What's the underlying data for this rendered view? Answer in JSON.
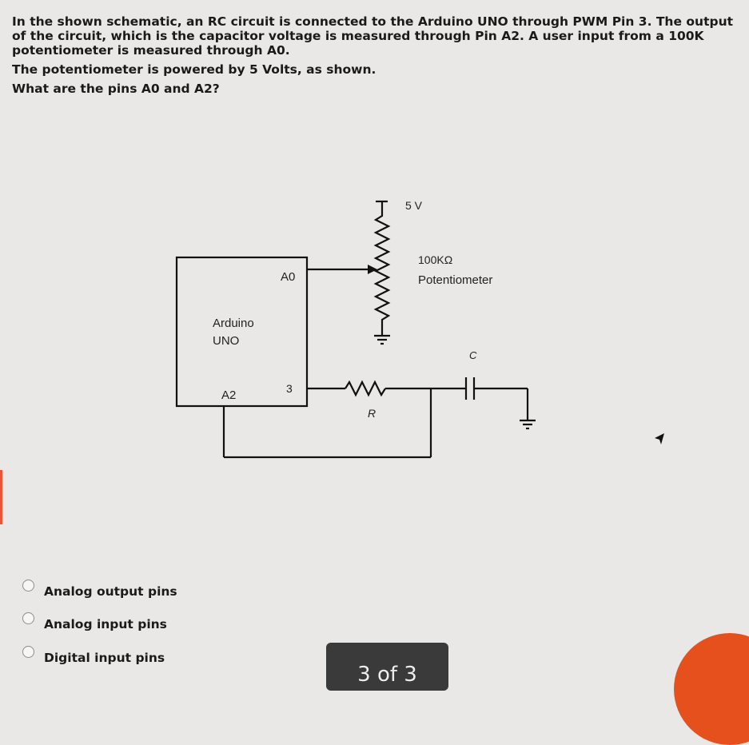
{
  "question": {
    "paragraph1": "In the shown schematic, an RC circuit is connected to the Arduino UNO through PWM Pin 3. The output of the circuit, which is the capacitor voltage is measured through Pin A2. A user input from a 100K potentiometer is measured through A0.",
    "paragraph2": "The potentiometer is powered by 5 Volts, as shown.",
    "paragraph3": "What are the pins A0 and A2?"
  },
  "schematic": {
    "arduino_line1": "Arduino",
    "arduino_line2": "UNO",
    "pin_a0": "A0",
    "pin_a2": "A2",
    "pin_3": "3",
    "supply": "5 V",
    "pot_value": "100KΩ",
    "pot_name": "Potentiometer",
    "resistor": "R",
    "capacitor": "C"
  },
  "options": [
    {
      "label": "Analog output pins"
    },
    {
      "label": "Analog input pins"
    },
    {
      "label": "Digital input pins"
    }
  ],
  "pager": {
    "text": "3 of 3"
  },
  "colors": {
    "accent": "#e5501c",
    "background": "#e9e8e6",
    "pager_bg": "#3a3a3a"
  }
}
